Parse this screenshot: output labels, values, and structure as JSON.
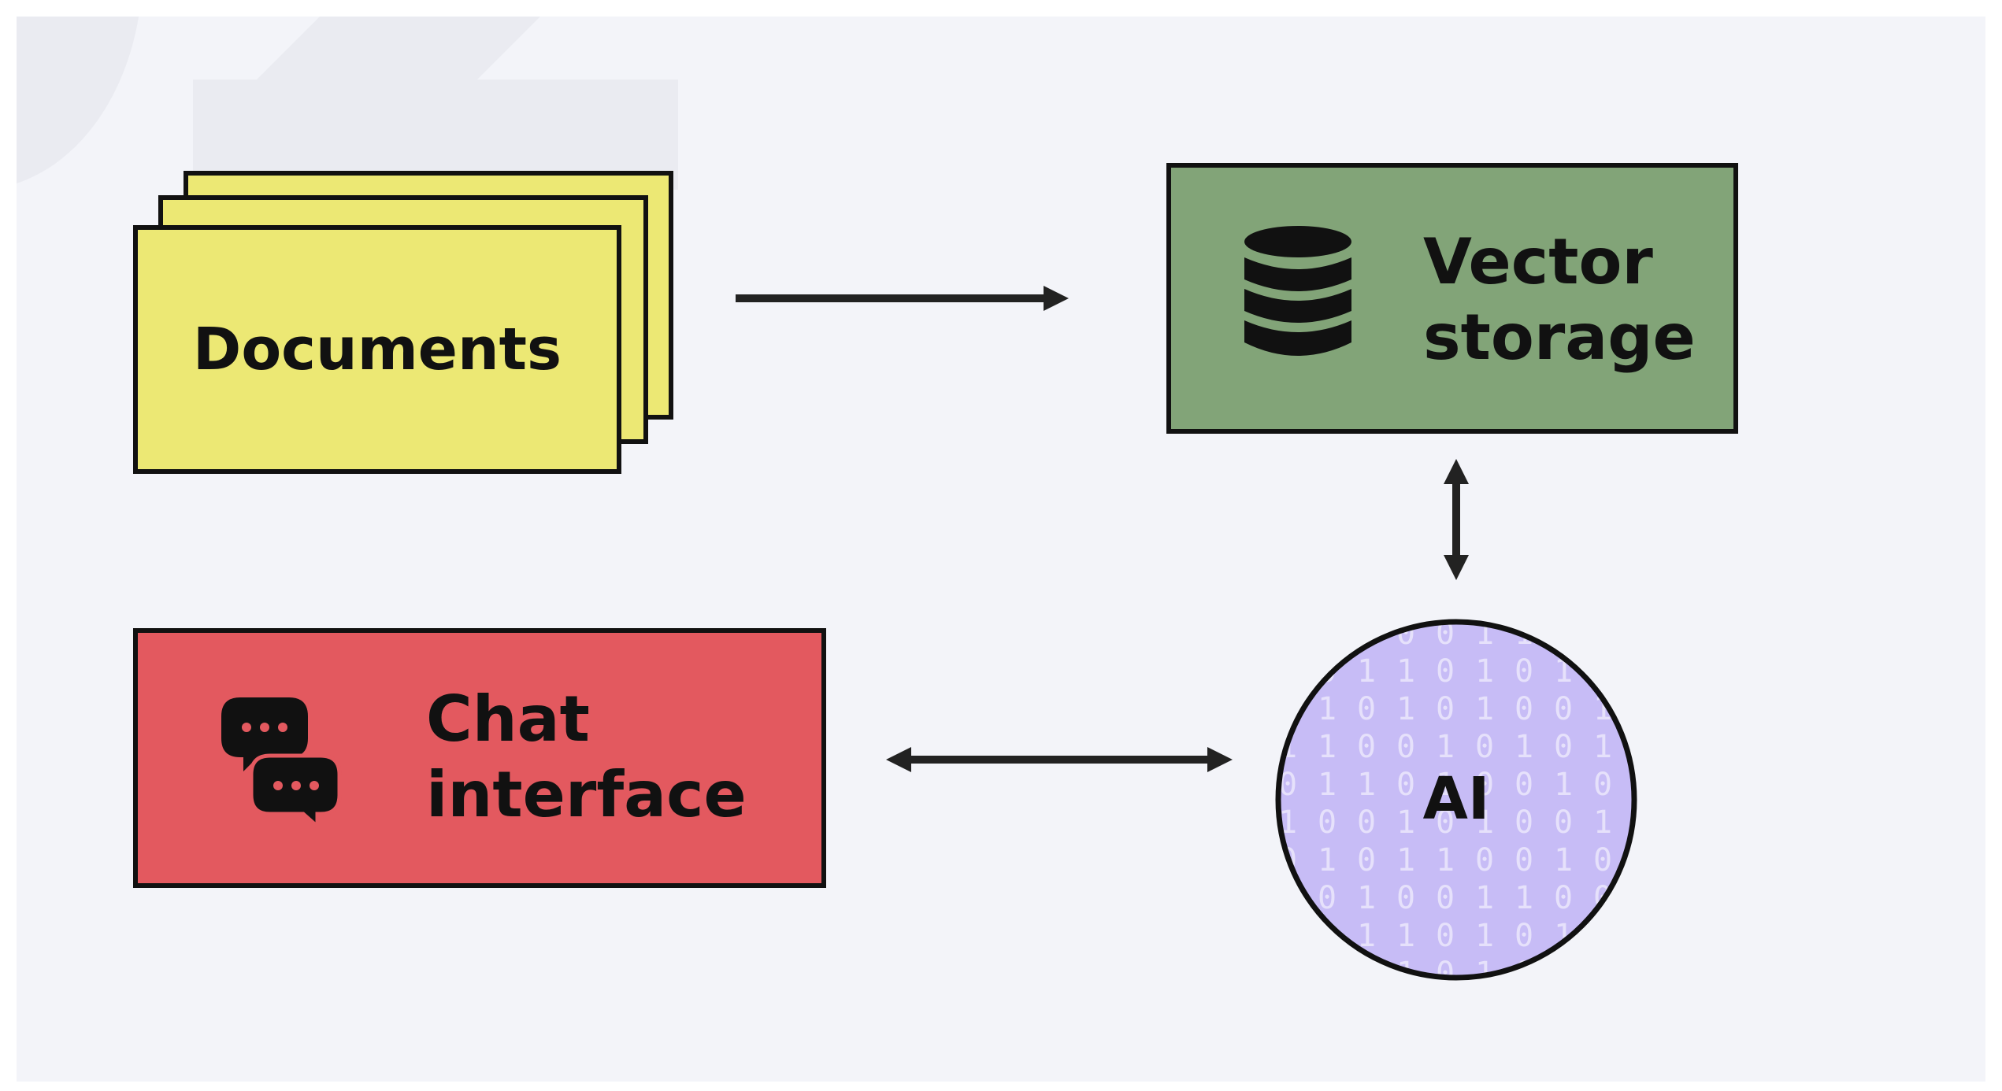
{
  "nodes": {
    "documents": {
      "label": "Documents",
      "color": "#ece874"
    },
    "vector_storage": {
      "label_line1": "Vector",
      "label_line2": "storage",
      "color": "#82a478"
    },
    "chat_interface": {
      "label_line1": "Chat",
      "label_line2": "interface",
      "color": "#e3595f"
    },
    "ai": {
      "label": "AI",
      "color": "#c7bcf6"
    }
  },
  "icons": {
    "vector_storage_icon": "database-icon",
    "chat_interface_icon": "chat-bubbles-icon"
  },
  "edges": [
    {
      "from": "documents",
      "to": "vector_storage",
      "direction": "one-way"
    },
    {
      "from": "vector_storage",
      "to": "ai",
      "direction": "two-way"
    },
    {
      "from": "chat_interface",
      "to": "ai",
      "direction": "two-way"
    }
  ],
  "ai_binary_pattern": "1 0 1 0 0 1 1 0 0 1 0 0 1 1 0 1 0 1 0 0 1 1 0 1 0 1 0 0 1 0 1 1 0 0 1 0 1 0 1 0 0 1 1 0 1 0 0 1 0 1 1 0 0 1 0 1 0 0 1 1 0 1 0 1 1 0 0 1 0 1"
}
